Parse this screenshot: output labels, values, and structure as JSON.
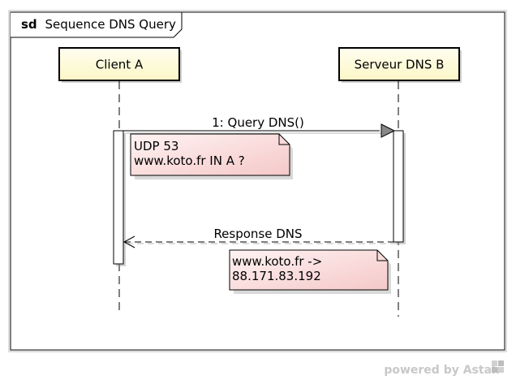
{
  "frame": {
    "keyword": "sd",
    "name": "Sequence DNS Query"
  },
  "lifelines": [
    {
      "name": "Client A"
    },
    {
      "name": "Serveur DNS B"
    }
  ],
  "messages": [
    {
      "label": "1: Query DNS()",
      "kind": "synchronous",
      "from": "Client A",
      "to": "Serveur DNS B"
    },
    {
      "label": "Response DNS",
      "kind": "reply",
      "from": "Serveur DNS B",
      "to": "Client A"
    }
  ],
  "notes": [
    {
      "lines": [
        "UDP 53",
        "www.koto.fr IN A ?"
      ]
    },
    {
      "lines": [
        "www.koto.fr ->",
        "88.171.83.192"
      ]
    }
  ],
  "watermark": "powered by Astah",
  "colors": {
    "lifeline_head_fill": "#fdfbd6",
    "note_fill_start": "#fff3f3",
    "note_fill_end": "#f5c8c8",
    "arrowhead": "#888888"
  }
}
